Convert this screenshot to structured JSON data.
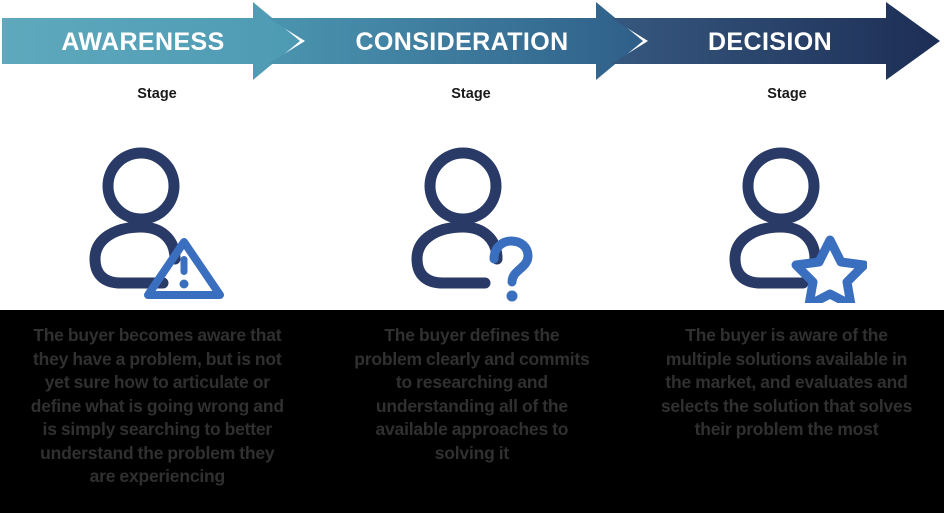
{
  "banner": {
    "stages": [
      {
        "id": "awareness",
        "label": "AWARENESS",
        "caption": "Stage",
        "color_start": "#5ba5bb",
        "color_end": "#4f9ab4"
      },
      {
        "id": "consideration",
        "label": "CONSIDERATION",
        "caption": "Stage",
        "color_start": "#4a93ae",
        "color_end": "#31628b"
      },
      {
        "id": "decision",
        "label": "DECISION",
        "caption": "Stage",
        "color_start": "#34567f",
        "color_end": "#1e2f57"
      }
    ]
  },
  "personas": [
    {
      "id": "awareness-persona",
      "badge": "warning-triangle-icon",
      "body_color": "#2a3a66",
      "badge_color": "#3a6fbf"
    },
    {
      "id": "consideration-persona",
      "badge": "question-mark-icon",
      "body_color": "#2a3a66",
      "badge_color": "#3a6fbf"
    },
    {
      "id": "decision-persona",
      "badge": "star-icon",
      "body_color": "#2a3a66",
      "badge_color": "#3a6fbf"
    }
  ],
  "descriptions": [
    {
      "id": "awareness-description",
      "text": "The buyer becomes aware that they have a problem, but is not yet sure how to articulate or define what is going wrong and is simply searching to better understand the problem they are experiencing"
    },
    {
      "id": "consideration-description",
      "text": "The buyer defines the problem clearly and commits to researching and understanding all of the available approaches to solving it"
    },
    {
      "id": "decision-description",
      "text": "The buyer is aware of the multiple solutions available in the market, and evaluates and selects the solution that solves their problem the most"
    }
  ],
  "colors": {
    "banner_light": "#5ba5bb",
    "banner_dark": "#1e2f57",
    "icon_navy": "#2a3a66",
    "icon_blue": "#3a6fbf",
    "description_background": "#000000",
    "description_text": "#303030"
  }
}
